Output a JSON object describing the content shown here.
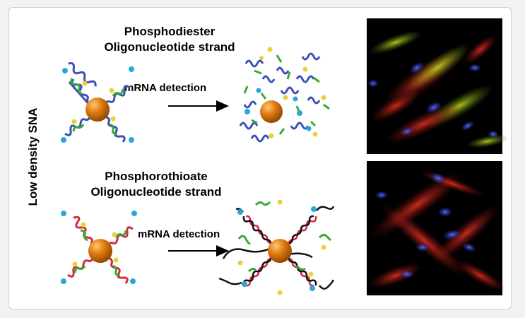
{
  "side_label": "Low density SNA",
  "top": {
    "title_line1": "Phosphodiester",
    "title_line2": "Oligonucleotide  strand",
    "arrow_label": "mRNA detection"
  },
  "bottom": {
    "title_line1": "Phosphorothioate",
    "title_line2": "Oligonucleotide  strand",
    "arrow_label": "mRNA detection"
  },
  "colors": {
    "nanoparticle": "#e07a10",
    "phosphodiester_strand": "#3b4fb5",
    "phosphorothioate_strand": "#d42a3c",
    "complement_strand": "#3aaa35",
    "mrna_strand": "#111111",
    "fluorophore": "#2aa6d8",
    "quencher": "#e8d23a"
  },
  "micrographs": {
    "top_icon": "fluorescence-micrograph-green-red-blue",
    "bottom_icon": "fluorescence-micrograph-red-blue"
  }
}
